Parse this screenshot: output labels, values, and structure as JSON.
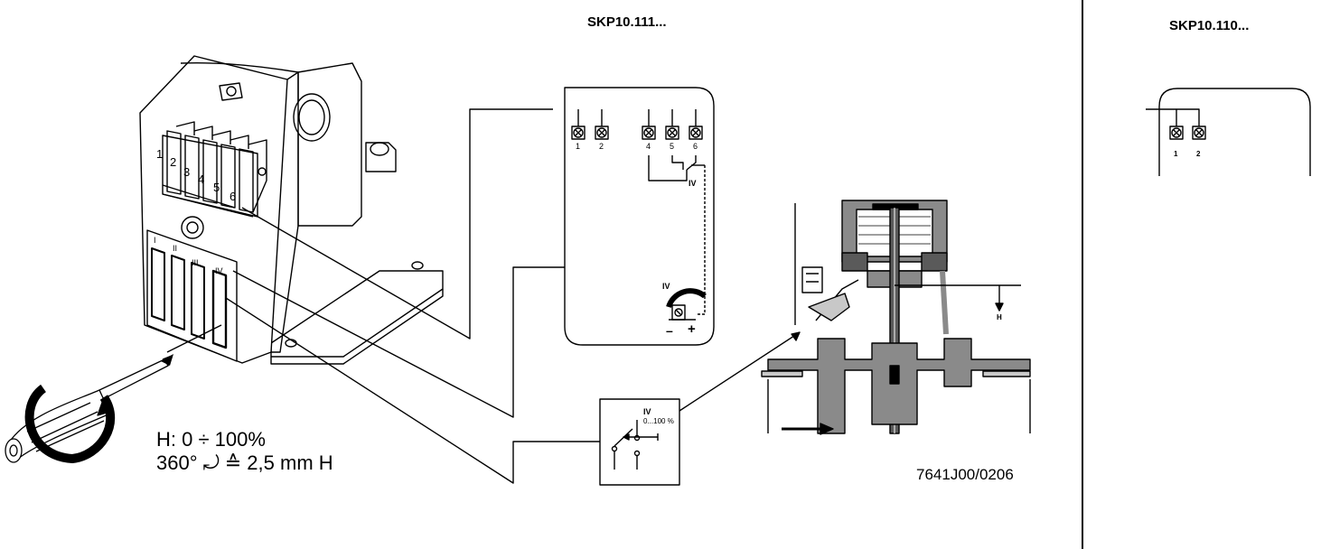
{
  "titles": {
    "left": "SKP10.111...",
    "right": "SKP10.110..."
  },
  "housing_terminals": [
    "1",
    "2",
    "3",
    "4",
    "5",
    "6"
  ],
  "switch_roman": [
    "I",
    "II",
    "III",
    "IV"
  ],
  "terminal_box_left": {
    "terminals": [
      "1",
      "2",
      "4",
      "5",
      "6"
    ],
    "switch_label": "IV",
    "pot_label": "IV",
    "minus": "–",
    "plus": "+"
  },
  "terminal_box_right": {
    "terminals": [
      "1",
      "2"
    ]
  },
  "switch_box": {
    "label": "IV",
    "range": "0...100 %"
  },
  "valve": {
    "stroke_label": "H"
  },
  "adjust_text": {
    "line1": "H: 0 ÷ 100%",
    "line2_prefix": "360°",
    "line2_suffix": "≙ 2,5 mm H"
  },
  "doc_code": "7641J00/0206",
  "colors": {
    "line": "#000000",
    "gray": "#8a8a8a",
    "darkgray": "#5a5a5a",
    "lightgray": "#c8c8c8"
  }
}
